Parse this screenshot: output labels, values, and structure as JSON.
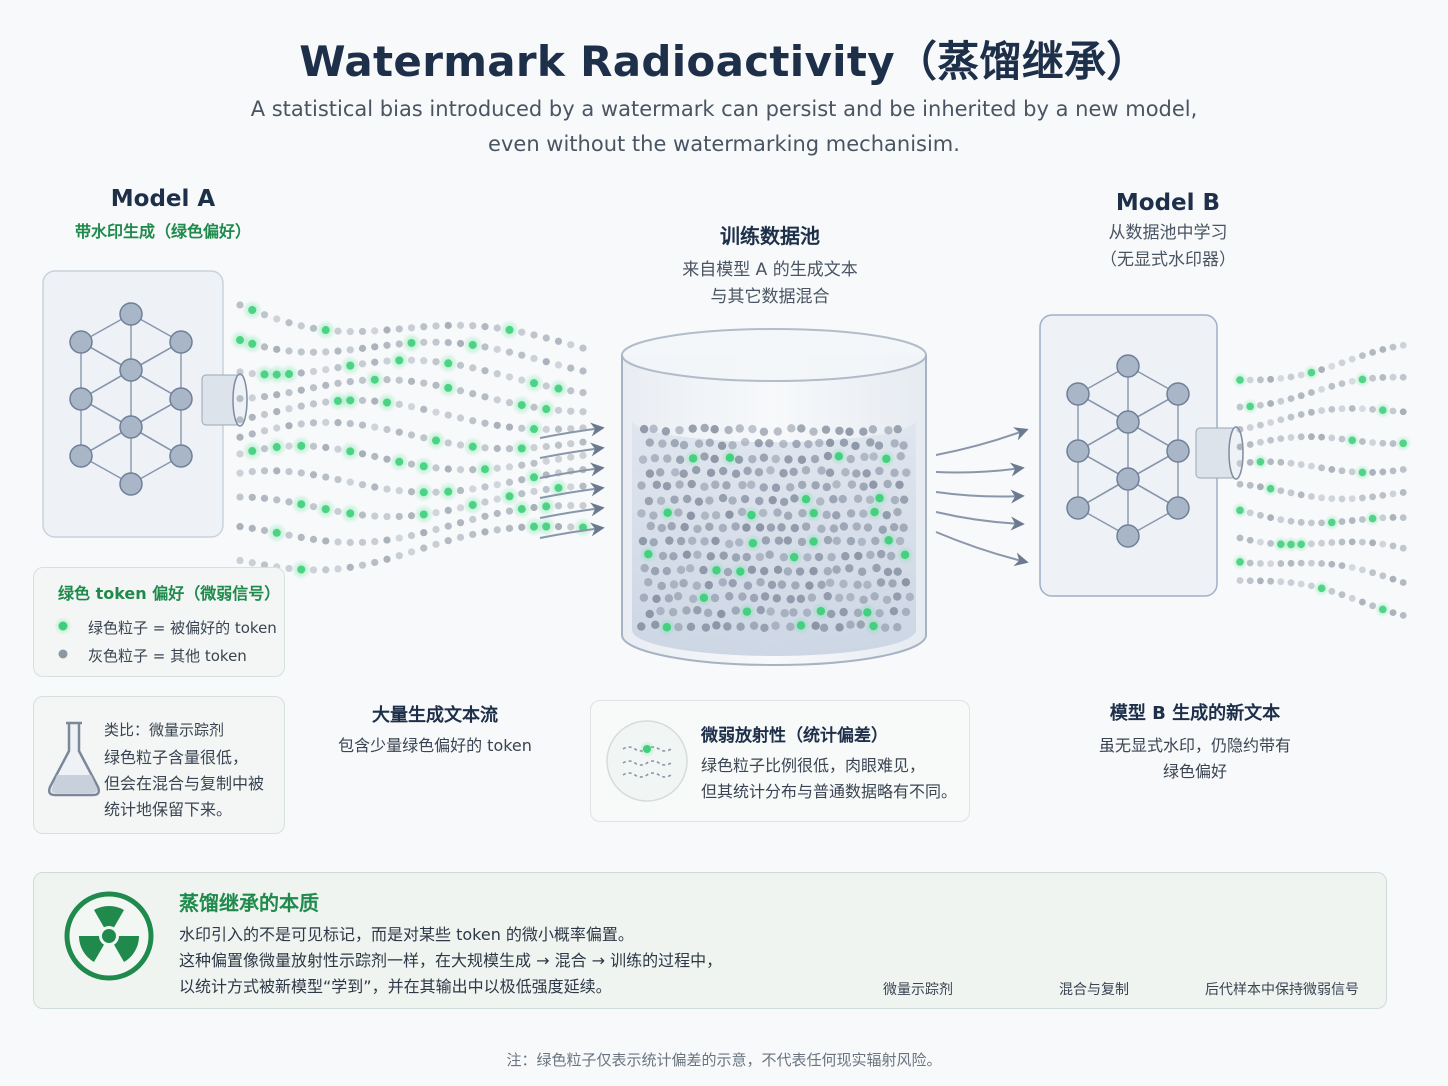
{
  "title": "Watermark Radioactivity（蒸馏继承）",
  "subtitle_line1": "A statistical bias introduced by a watermark can persist and be inherited by a new model,",
  "subtitle_line2": "even without the watermarking mechanisim.",
  "model_a": {
    "title": "Model A",
    "subtitle": "带水印生成（绿色偏好）"
  },
  "pool": {
    "title": "训练数据池",
    "line1": "来自模型 A 的生成文本",
    "line2": "与其它数据混合"
  },
  "model_b": {
    "title": "Model B",
    "line1": "从数据池中学习",
    "line2": "（无显式水印器）"
  },
  "legend": {
    "title": "绿色 token 偏好（微弱信号）",
    "green_item": "绿色粒子 = 被偏好的 token",
    "gray_item": "灰色粒子 = 其他 token"
  },
  "analogy": {
    "title": "类比：微量示踪剂",
    "line1": "绿色粒子含量很低，",
    "line2": "但会在混合与复制中被",
    "line3": "统计地保留下来。"
  },
  "stream": {
    "title": "大量生成文本流",
    "desc": "包含少量绿色偏好的 token"
  },
  "radioactivity": {
    "title": "微弱放射性（统计偏差）",
    "line1": "绿色粒子比例很低，肉眼难见，",
    "line2": "但其统计分布与普通数据略有不同。"
  },
  "new_text": {
    "title": "模型 B 生成的新文本",
    "line1": "虽无显式水印，仍隐约带有",
    "line2": "绿色偏好"
  },
  "essence": {
    "title": "蒸馏继承的本质",
    "line1": "水印引入的不是可见标记，而是对某些 token 的微小概率偏置。",
    "line2": "这种偏置像微量放射性示踪剂一样，在大规模生成 → 混合 → 训练的过程中，",
    "line3": "以统计方式被新模型“学到”，并在其输出中以极低强度延续。",
    "stages": [
      "微量示踪剂",
      "混合与复制",
      "后代样本中保持微弱信号"
    ]
  },
  "footnote": "注：绿色粒子仅表示统计偏差的示意，不代表任何现实辐射风险。",
  "colors": {
    "green": "#3fcf7a",
    "green_dark": "#1f8a4c",
    "gray_particle": "#8d96a3",
    "node": "#a9b6c8",
    "navy": "#1e2f4a"
  },
  "icons": [
    "neural-network-icon",
    "flask-icon",
    "radiation-icon",
    "wave-icon",
    "arrow-icon"
  ]
}
